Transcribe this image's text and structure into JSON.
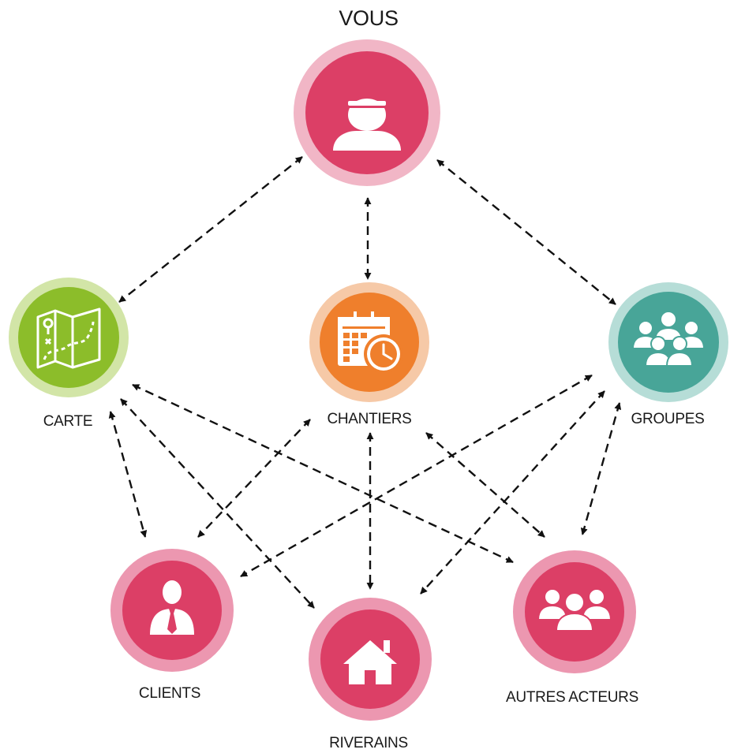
{
  "nodes": {
    "vous": {
      "label": "VOUS",
      "icon": "user-icon",
      "outer_color": "#f1b6c6",
      "inner_color": "#dc3f66"
    },
    "chantiers": {
      "label": "CHANTIERS",
      "icon": "calendar-clock-icon",
      "outer_color": "#f6c9a7",
      "inner_color": "#ef7f2c"
    },
    "carte": {
      "label": "CARTE",
      "icon": "map-icon",
      "outer_color": "#d2e5a7",
      "inner_color": "#8cbd2a"
    },
    "groupes": {
      "label": "GROUPES",
      "icon": "group-icon",
      "outer_color": "#b6ddd7",
      "inner_color": "#48a598"
    },
    "clients": {
      "label": "CLIENTS",
      "icon": "businessman-icon",
      "outer_color": "#ec97b0",
      "inner_color": "#dc3f66"
    },
    "riverains": {
      "label": "RIVERAINS",
      "icon": "house-icon",
      "outer_color": "#ec97b0",
      "inner_color": "#dc3f66"
    },
    "autres": {
      "label": "AUTRES ACTEURS",
      "icon": "people-icon",
      "outer_color": "#ec97b0",
      "inner_color": "#dc3f66"
    }
  },
  "connections": [
    [
      "vous",
      "carte"
    ],
    [
      "vous",
      "chantiers"
    ],
    [
      "vous",
      "groupes"
    ],
    [
      "carte",
      "clients"
    ],
    [
      "carte",
      "riverains"
    ],
    [
      "carte",
      "autres"
    ],
    [
      "chantiers",
      "clients"
    ],
    [
      "chantiers",
      "riverains"
    ],
    [
      "chantiers",
      "autres"
    ],
    [
      "groupes",
      "clients"
    ],
    [
      "groupes",
      "riverains"
    ],
    [
      "groupes",
      "autres"
    ]
  ],
  "edge_style": {
    "color": "#111111",
    "pattern": "dashed",
    "arrows": "both-ends"
  }
}
